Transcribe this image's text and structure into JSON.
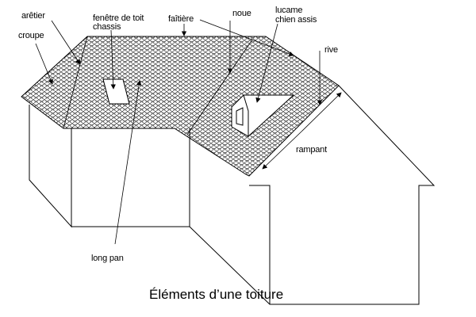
{
  "labels": {
    "aretier": "arêtier",
    "croupe": "croupe",
    "fenetre_line1": "fenêtre de toit",
    "fenetre_line2": "chassis",
    "faitiere": "faîtière",
    "noue": "noue",
    "lucarne_line1": "lucame",
    "lucarne_line2": "chien assis",
    "rive": "rive",
    "rampant": "rampant",
    "long_pan": "long pan"
  },
  "title": "Éléments d’une toiture",
  "colors": {
    "line": "#000000",
    "background": "#ffffff"
  }
}
